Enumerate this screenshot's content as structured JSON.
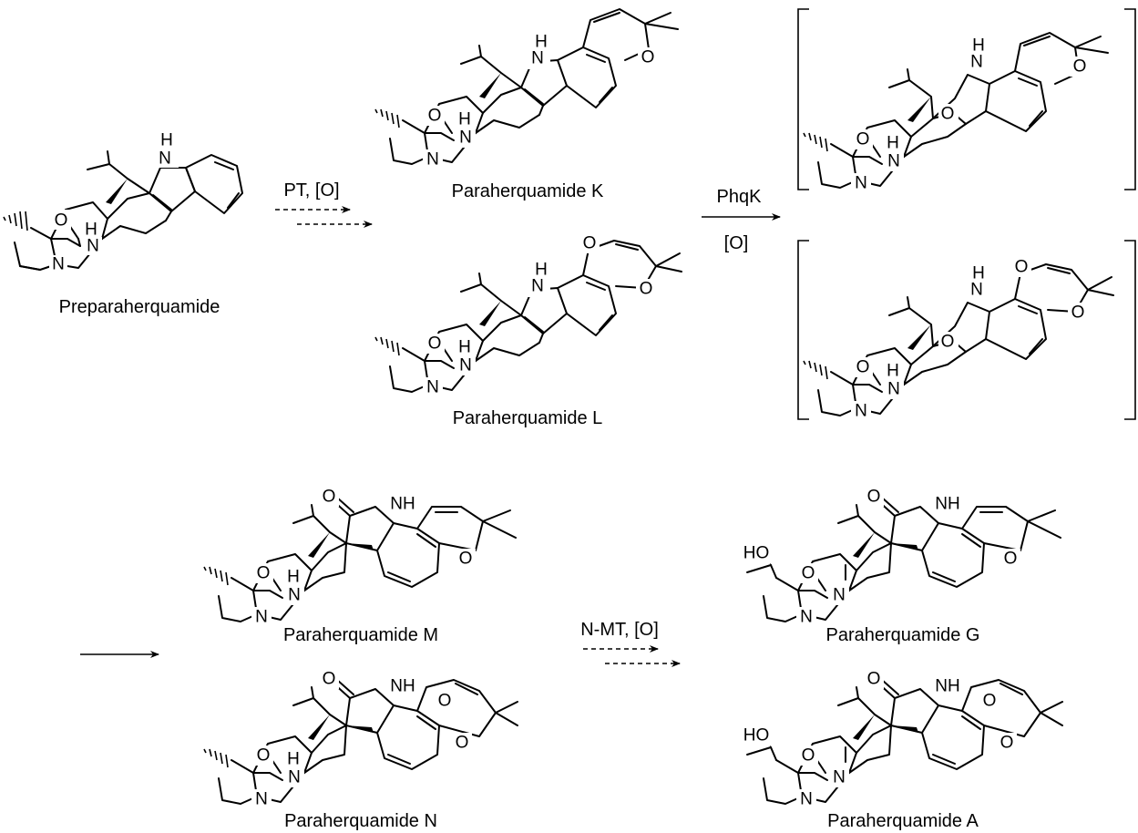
{
  "atoms": {
    "N": "N",
    "O": "O",
    "H": "H",
    "NH": "NH",
    "HO": "HO"
  },
  "compounds": [
    {
      "id": "preparaherquamide",
      "name": "Preparaherquamide"
    },
    {
      "id": "paraherquamide-k",
      "name": "Paraherquamide K"
    },
    {
      "id": "paraherquamide-l",
      "name": "Paraherquamide L"
    },
    {
      "id": "paraherquamide-m",
      "name": "Paraherquamide M"
    },
    {
      "id": "paraherquamide-n",
      "name": "Paraherquamide N"
    },
    {
      "id": "paraherquamide-g",
      "name": "Paraherquamide G"
    },
    {
      "id": "paraherquamide-a",
      "name": "Paraherquamide A"
    }
  ],
  "conditions": {
    "step1": "PT, [O]",
    "step2_above": "PhqK",
    "step2_below": "[O]",
    "step3": "N-MT, [O]"
  }
}
